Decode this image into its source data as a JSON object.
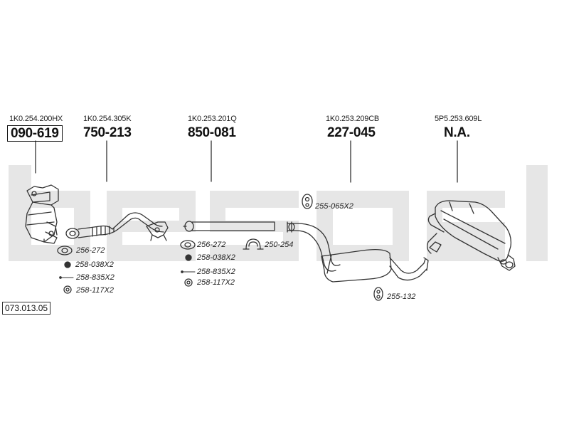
{
  "components": [
    {
      "oem": "1K0.254.200HX",
      "part": "090-619",
      "boxed": true
    },
    {
      "oem": "1K0.254.305K",
      "part": "750-213",
      "boxed": false
    },
    {
      "oem": "1K0.253.201Q",
      "part": "850-081",
      "boxed": false
    },
    {
      "oem": "1K0.253.209CB",
      "part": "227-045",
      "boxed": false
    },
    {
      "oem": "5P5.253.609L",
      "part": "N.A.",
      "boxed": false
    }
  ],
  "accessories": {
    "group1": [
      "256-272",
      "258-038X2",
      "258-835X2",
      "258-117X2"
    ],
    "group2": [
      "256-272",
      "258-038X2",
      "258-835X2",
      "258-117X2"
    ],
    "clamp": "250-254",
    "rubber_top": "255-065X2",
    "rubber_bottom": "255-132"
  },
  "diagram_number": "073.013.05",
  "watermark_color": "#e6e6e6",
  "line_color": "#333333"
}
